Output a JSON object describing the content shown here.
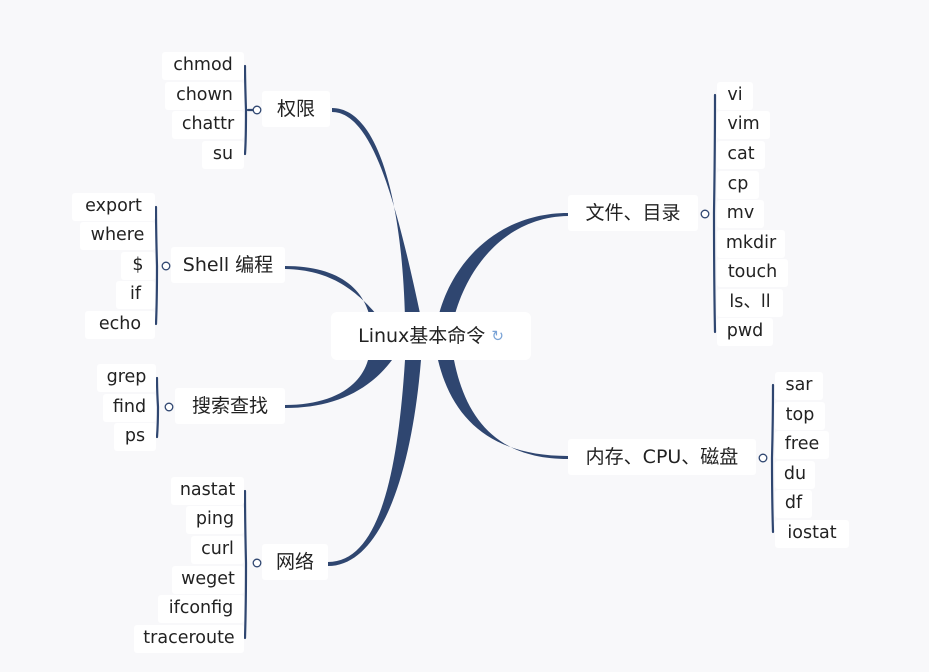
{
  "root": {
    "label": "Linux基本命令",
    "icon": "refresh-icon"
  },
  "colors": {
    "line": "#2f4670",
    "background": "#f8f8fa",
    "node": "#ffffff",
    "collapse_icon": "#2f4670",
    "root_icon": "#7aa3d6"
  },
  "branches": {
    "perm": {
      "label": "权限",
      "children": [
        "chmod",
        "chown",
        "chattr",
        "su"
      ]
    },
    "shell": {
      "label": "Shell 编程",
      "children": [
        "export",
        "where",
        "$",
        "if",
        "echo"
      ]
    },
    "search": {
      "label": "搜索查找",
      "children": [
        "grep",
        "find",
        "ps"
      ]
    },
    "net": {
      "label": "网络",
      "children": [
        "nastat",
        "ping",
        "curl",
        "weget",
        "ifconfig",
        "traceroute"
      ]
    },
    "files": {
      "label": "文件、目录",
      "children": [
        "vi",
        "vim",
        "cat",
        "cp",
        "mv",
        "mkdir",
        "touch",
        "ls、ll",
        "pwd"
      ]
    },
    "mem": {
      "label": "内存、CPU、磁盘",
      "children": [
        "sar",
        "top",
        "free",
        "du",
        "df",
        "iostat"
      ]
    }
  }
}
